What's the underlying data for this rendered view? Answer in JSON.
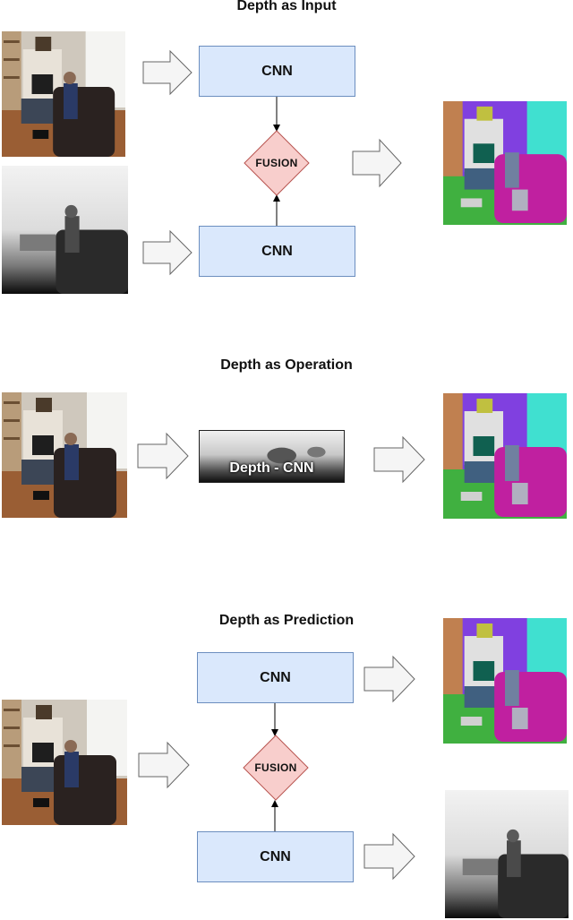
{
  "sections": {
    "input": {
      "title": "Depth as Input",
      "cnn_top": "CNN",
      "cnn_bottom": "CNN",
      "fusion": "FUSION"
    },
    "operation": {
      "title": "Depth as Operation",
      "depth_cnn": "Depth - CNN"
    },
    "prediction": {
      "title": "Depth as Prediction",
      "cnn_top": "CNN",
      "cnn_bottom": "CNN",
      "fusion": "FUSION"
    }
  },
  "colors": {
    "cnn_fill": "#dae8fc",
    "cnn_stroke": "#6c8ebf",
    "fusion_fill": "#f8cecc",
    "fusion_stroke": "#b85450",
    "arrow_fill": "#f5f5f5",
    "arrow_stroke": "#666666",
    "seg_wall": "#8040e0",
    "seg_floor": "#40b040",
    "seg_sofa": "#c020a0",
    "seg_window": "#40e0d0"
  }
}
